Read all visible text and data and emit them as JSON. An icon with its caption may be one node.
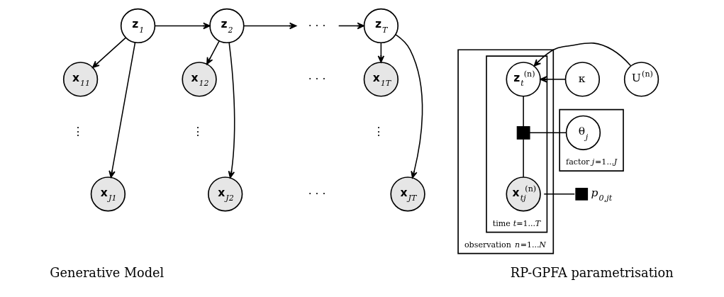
{
  "diagram": {
    "nodes": [
      {
        "text": [
          "**z**$_{1}$"
        ]
      },
      {
        "text": [
          "**z**$_{2}$"
        ]
      },
      {
        "text": [
          "· · ·"
        ]
      },
      {
        "text": [
          "**z**$_{T}$"
        ]
      },
      {
        "text": [
          "**x**$_{11}$"
        ]
      },
      {
        "text": [
          "**x**$_{12}$"
        ]
      },
      {
        "text": [
          "**x**$_{1T}$"
        ]
      },
      {
        "text": [
          "**x**$_{J1}$"
        ]
      },
      {
        "text": [
          "**x**$_{J2}$"
        ]
      },
      {
        "text": [
          "**x**$_{JT}$"
        ]
      },
      {
        "text": [
          "observation *n*=1...*N*"
        ]
      },
      {
        "text": [
          "time *t*=1...*T*"
        ],
        "in": 10
      },
      {
        "text": [
          "κ"
        ]
      },
      {
        "text": [
          "**z**$_{t}$$^{(n)}$"
        ],
        "in": 11
      },
      {
        "text": [
          "U$^{(n)}$"
        ]
      },
      {
        "text": [
          "factor *j*=1...*J*"
        ]
      },
      {
        "text": [
          "θ$_{j}$"
        ],
        "in": 15
      },
      {
        "text": [],
        "shape": "box",
        "in": 11
      },
      {
        "text": [
          "**x**$_{tj}$$^{(n)}$"
        ],
        "in": 11
      },
      {
        "text": [],
        "shape": "box",
        "beside": [
          "*p*$_{0,jt}$"
        ]
      }
    ],
    "edges": [
      {
        "from": 0,
        "to": 1,
        "arrow": "to"
      },
      {
        "from": 1,
        "to": 2,
        "arrow": "to"
      },
      {
        "from": 2,
        "to": 3,
        "arrow": "to"
      },
      {
        "from": 0,
        "to": 4,
        "arrow": "to"
      },
      {
        "from": 0,
        "to": 7,
        "arrow": "to"
      },
      {
        "from": 1,
        "to": 5,
        "arrow": "to"
      },
      {
        "from": 1,
        "to": 8,
        "arrow": "to"
      },
      {
        "from": 3,
        "to": 6,
        "arrow": "to"
      },
      {
        "from": 3,
        "to": 9,
        "arrow": "to"
      },
      {
        "from": 12,
        "to": 13,
        "arrow": "to"
      },
      {
        "from": 14,
        "to": 13,
        "arrow": "to"
      },
      {
        "from": 13,
        "to": 17,
        "arrow": "none"
      },
      {
        "from": 16,
        "to": 17,
        "arrow": "none"
      },
      {
        "from": 17,
        "to": 18,
        "arrow": "none"
      },
      {
        "from": 18,
        "to": 19,
        "arrow": "none"
      }
    ],
    "labels": [
      "· · ·",
      "⋮",
      "⋮",
      "⋮",
      "· · ·",
      "Generative Model",
      "RP-GPFA parametrisation"
    ]
  }
}
